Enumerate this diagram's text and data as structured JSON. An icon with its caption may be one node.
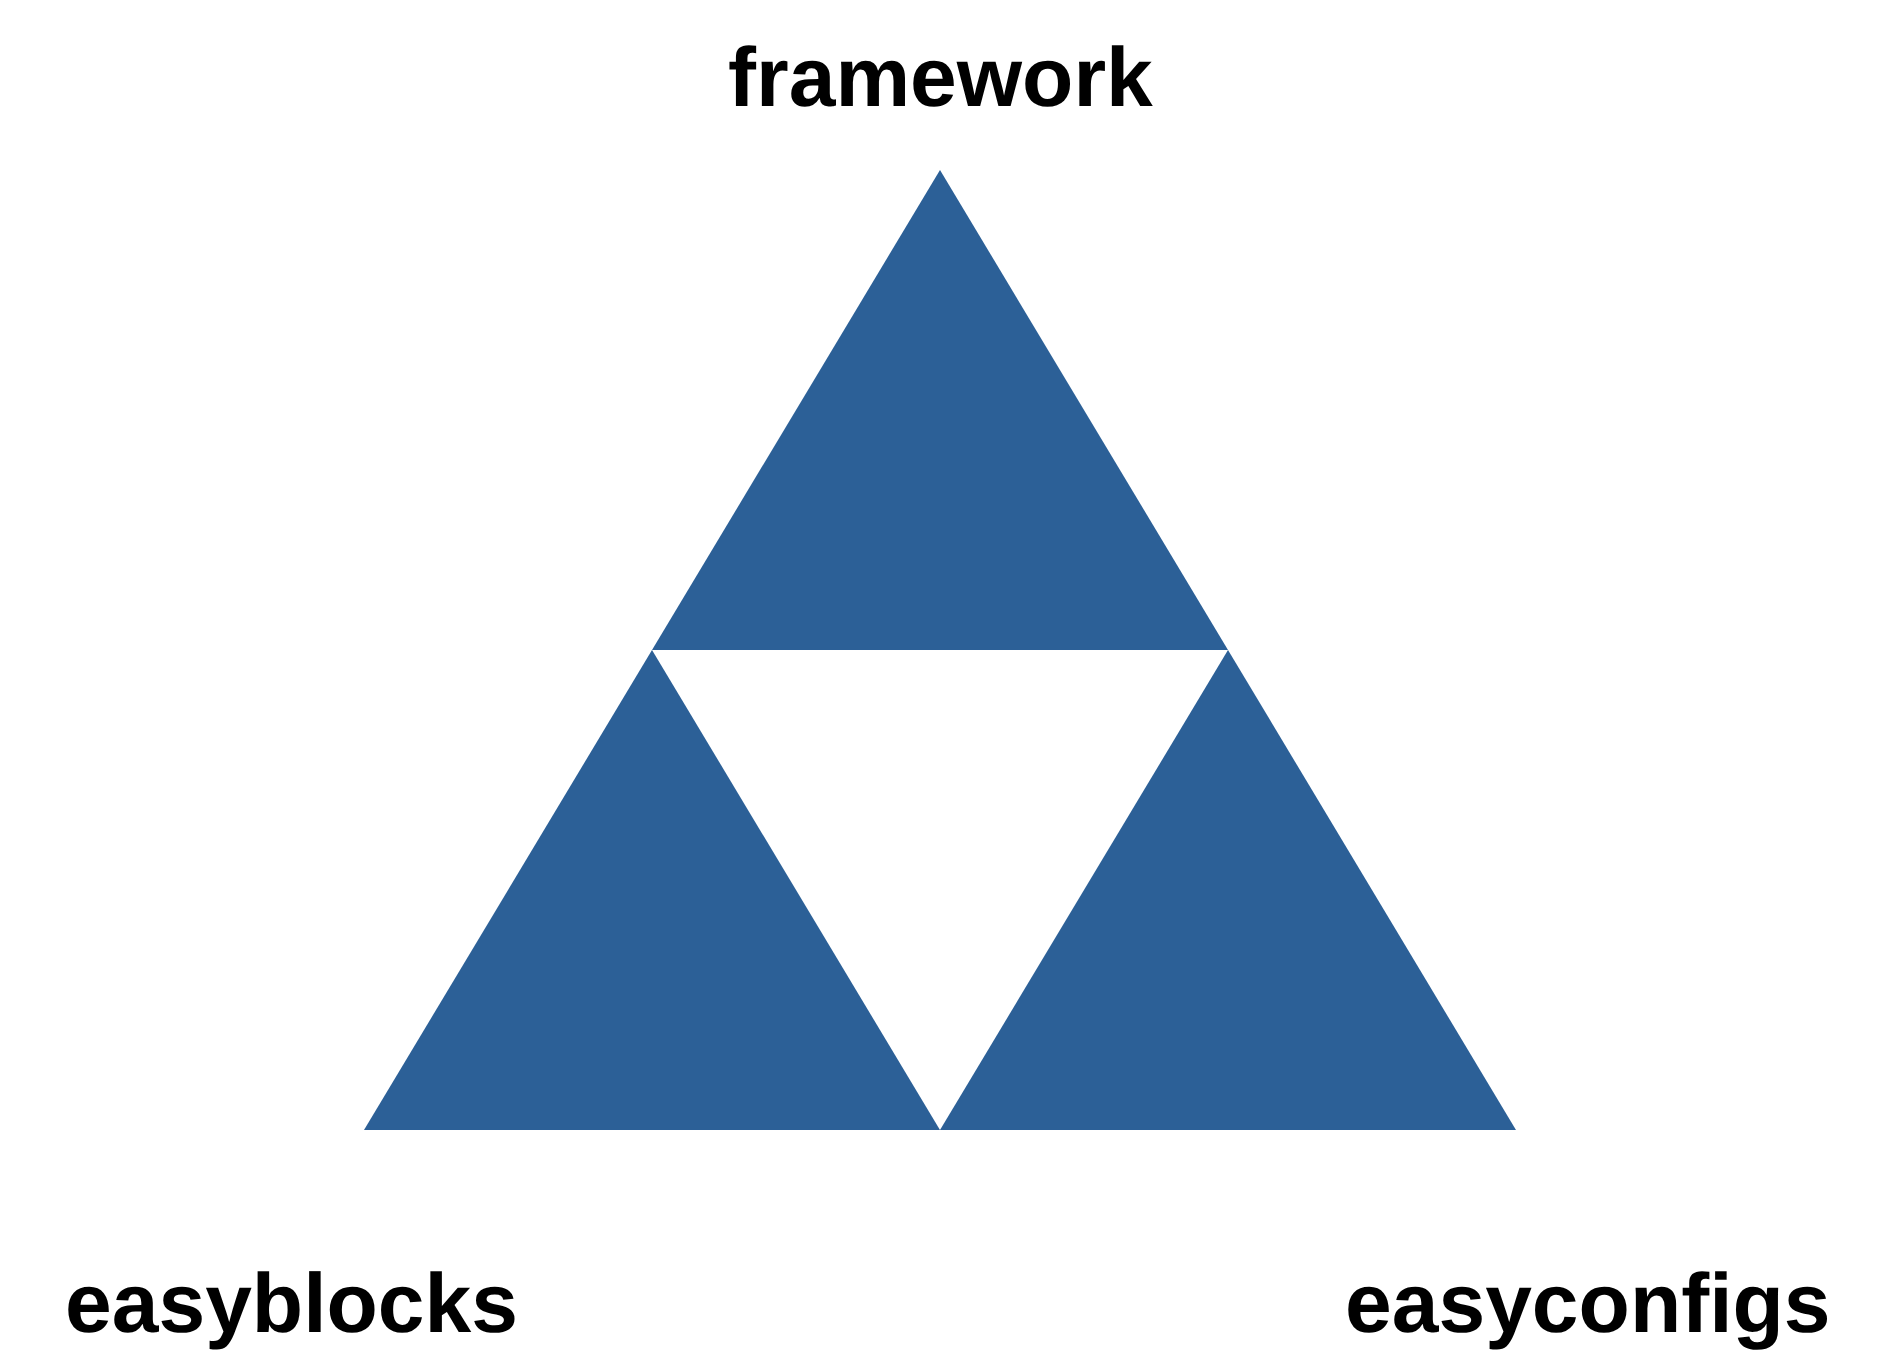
{
  "diagram": {
    "nodes": [
      {
        "text": [
          "framework"
        ]
      },
      {
        "text": [
          "easyblocks"
        ]
      },
      {
        "text": [
          "easyconfigs"
        ]
      }
    ]
  }
}
